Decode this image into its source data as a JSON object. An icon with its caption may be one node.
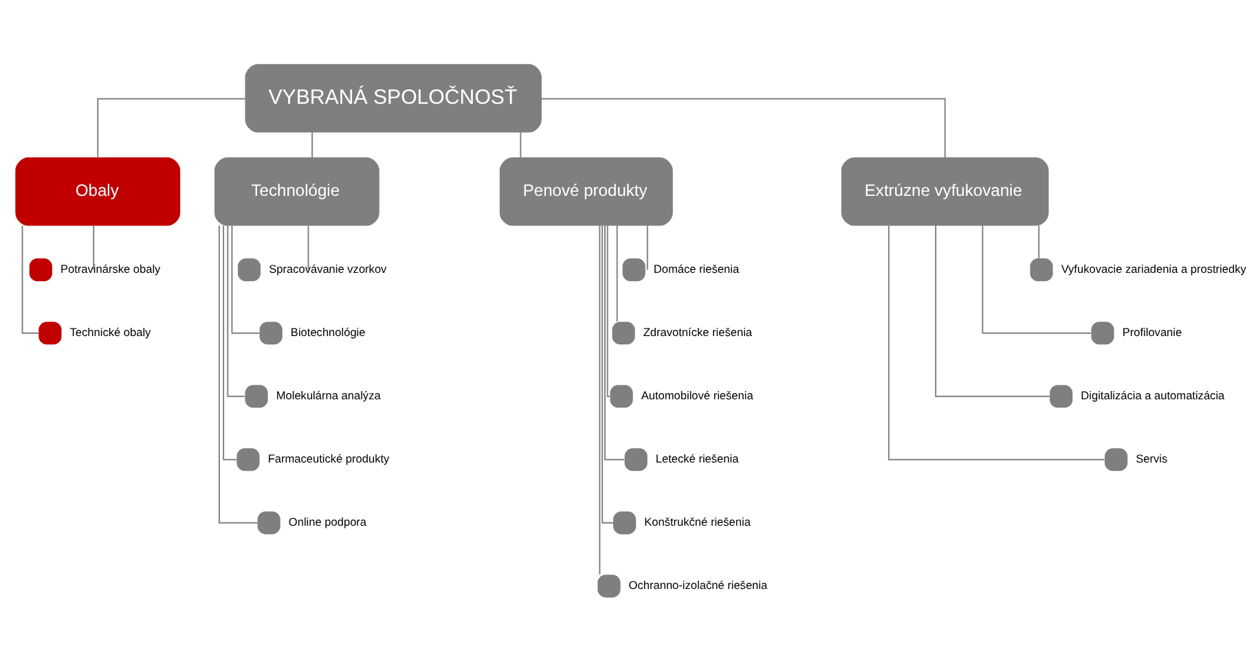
{
  "diagram": {
    "nodes": [
      {
        "text": [
          "VYBRANÁ SPOLOČNOSŤ"
        ]
      },
      {
        "text": [
          "Obaly"
        ]
      },
      {
        "text": [],
        "shape": "box",
        "beside": [
          "Potravinárske obaly"
        ]
      },
      {
        "text": [],
        "shape": "box",
        "beside": [
          "Technické obaly"
        ]
      },
      {
        "text": [
          "Technológie"
        ]
      },
      {
        "text": [],
        "shape": "box",
        "beside": [
          "Spracovávanie vzorkov"
        ]
      },
      {
        "text": [],
        "shape": "box",
        "beside": [
          "Biotechnológie"
        ]
      },
      {
        "text": [],
        "shape": "box",
        "beside": [
          "Molekulárna analýza"
        ]
      },
      {
        "text": [],
        "shape": "box",
        "beside": [
          "Farmaceutické produkty"
        ]
      },
      {
        "text": [],
        "shape": "box",
        "beside": [
          "Online podpora"
        ]
      },
      {
        "text": [
          "Penové produkty"
        ]
      },
      {
        "text": [],
        "shape": "box",
        "beside": [
          "Domáce riešenia"
        ]
      },
      {
        "text": [],
        "shape": "box",
        "beside": [
          "Zdravotnícke riešenia"
        ]
      },
      {
        "text": [],
        "shape": "box",
        "beside": [
          "Automobilové riešenia"
        ]
      },
      {
        "text": [],
        "shape": "box",
        "beside": [
          "Letecké riešenia"
        ]
      },
      {
        "text": [],
        "shape": "box",
        "beside": [
          "Konštrukčné riešenia"
        ]
      },
      {
        "text": [],
        "shape": "box",
        "beside": [
          "Ochranno-izolačné riešenia"
        ]
      },
      {
        "text": [
          "Extrúzne vyfukovanie"
        ]
      },
      {
        "text": [],
        "shape": "box",
        "beside": [
          "Vyfukovacie zariadenia a prostriedky"
        ]
      },
      {
        "text": [],
        "shape": "box",
        "beside": [
          "Profilovanie"
        ]
      },
      {
        "text": [],
        "shape": "box",
        "beside": [
          "Digitalizácia a automatizácia"
        ]
      },
      {
        "text": [],
        "shape": "box",
        "beside": [
          "Servis"
        ]
      }
    ],
    "edges": [
      {
        "from": 0,
        "to": 1,
        "arrow": "none"
      },
      {
        "from": 0,
        "to": 4,
        "arrow": "none"
      },
      {
        "from": 0,
        "to": 10,
        "arrow": "none"
      },
      {
        "from": 0,
        "to": 17,
        "arrow": "none"
      },
      {
        "from": 1,
        "to": 2,
        "arrow": "none"
      },
      {
        "from": 1,
        "to": 3,
        "arrow": "none"
      },
      {
        "from": 4,
        "to": 5,
        "arrow": "none"
      },
      {
        "from": 4,
        "to": 6,
        "arrow": "none"
      },
      {
        "from": 4,
        "to": 7,
        "arrow": "none"
      },
      {
        "from": 4,
        "to": 8,
        "arrow": "none"
      },
      {
        "from": 4,
        "to": 9,
        "arrow": "none"
      },
      {
        "from": 10,
        "to": 11,
        "arrow": "none"
      },
      {
        "from": 10,
        "to": 12,
        "arrow": "none"
      },
      {
        "from": 10,
        "to": 13,
        "arrow": "none"
      },
      {
        "from": 10,
        "to": 14,
        "arrow": "none"
      },
      {
        "from": 10,
        "to": 15,
        "arrow": "none"
      },
      {
        "from": 10,
        "to": 16,
        "arrow": "none"
      },
      {
        "from": 17,
        "to": 18,
        "arrow": "none"
      },
      {
        "from": 17,
        "to": 19,
        "arrow": "none"
      },
      {
        "from": 17,
        "to": 20,
        "arrow": "none"
      },
      {
        "from": 17,
        "to": 21,
        "arrow": "none"
      }
    ]
  }
}
